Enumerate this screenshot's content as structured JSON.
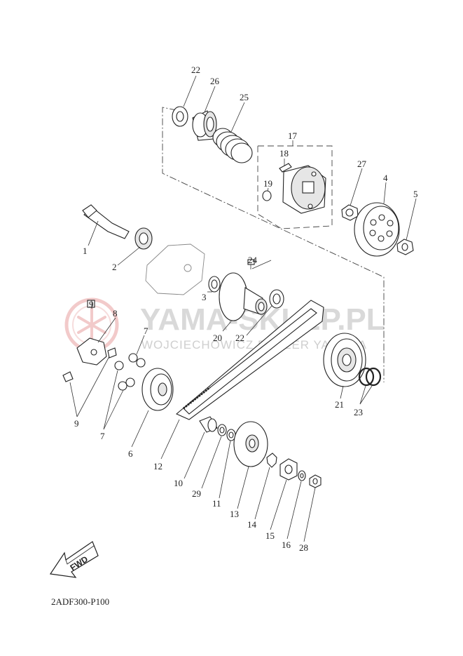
{
  "diagram": {
    "code": "2ADF300-P100",
    "fwd_label": "FWD",
    "watermark": {
      "title": "YAMA-SKLEP.PL",
      "subtitle": "WOJCIECHOWICZ DEALER YAMAHA",
      "logo": "yamaha-tuning-fork-logo",
      "color": "#e8a0a0"
    },
    "callouts": [
      {
        "id": "c1",
        "text": "1"
      },
      {
        "id": "c2",
        "text": "2"
      },
      {
        "id": "c3",
        "text": "3"
      },
      {
        "id": "c4",
        "text": "4"
      },
      {
        "id": "c5",
        "text": "5"
      },
      {
        "id": "c6",
        "text": "6"
      },
      {
        "id": "c7a",
        "text": "7"
      },
      {
        "id": "c7b",
        "text": "7"
      },
      {
        "id": "c8",
        "text": "8"
      },
      {
        "id": "c9a",
        "text": "9"
      },
      {
        "id": "c9b",
        "text": "9"
      },
      {
        "id": "c10",
        "text": "10"
      },
      {
        "id": "c11",
        "text": "11"
      },
      {
        "id": "c12",
        "text": "12"
      },
      {
        "id": "c13",
        "text": "13"
      },
      {
        "id": "c14",
        "text": "14"
      },
      {
        "id": "c15",
        "text": "15"
      },
      {
        "id": "c16",
        "text": "16"
      },
      {
        "id": "c17",
        "text": "17"
      },
      {
        "id": "c18",
        "text": "18"
      },
      {
        "id": "c19",
        "text": "19"
      },
      {
        "id": "c20",
        "text": "20"
      },
      {
        "id": "c21",
        "text": "21"
      },
      {
        "id": "c22a",
        "text": "22"
      },
      {
        "id": "c22b",
        "text": "22"
      },
      {
        "id": "c23",
        "text": "23"
      },
      {
        "id": "c24",
        "text": "24"
      },
      {
        "id": "c25",
        "text": "25"
      },
      {
        "id": "c26",
        "text": "26"
      },
      {
        "id": "c28",
        "text": "28"
      },
      {
        "id": "c27",
        "text": "27"
      },
      {
        "id": "c29",
        "text": "29"
      }
    ]
  }
}
